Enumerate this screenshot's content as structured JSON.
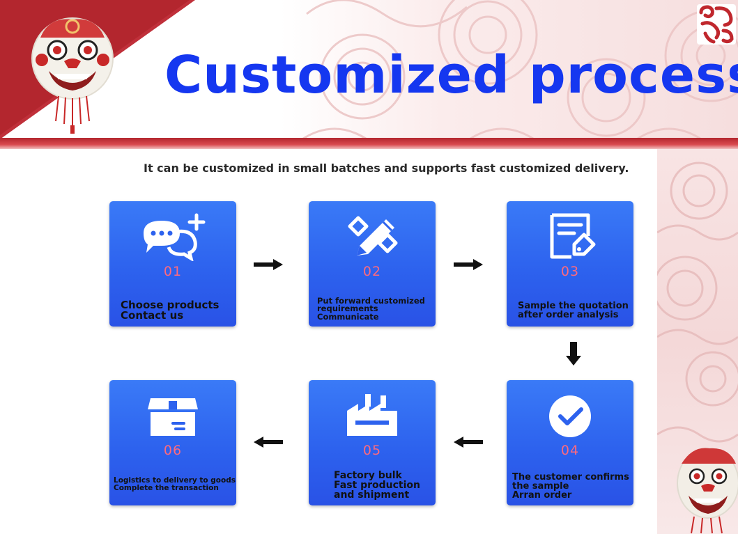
{
  "header": {
    "title": "Customized process",
    "title_color": "#1537f0",
    "accent_red": "#b3262e"
  },
  "subtitle": "It can be customized in small batches and supports fast customized delivery.",
  "steps": [
    {
      "number": "01",
      "icon": "chat-bubbles-plus-icon",
      "lines": [
        "Choose products",
        "Contact us"
      ]
    },
    {
      "number": "02",
      "icon": "pencil-ruler-icon",
      "lines": [
        "Put forward customized",
        "requirements",
        "Communicate"
      ]
    },
    {
      "number": "03",
      "icon": "document-tag-icon",
      "lines": [
        "Sample the quotation",
        "after order analysis"
      ]
    },
    {
      "number": "04",
      "icon": "check-circle-icon",
      "lines": [
        "The customer confirms",
        "the sample",
        "Arran order"
      ]
    },
    {
      "number": "05",
      "icon": "factory-icon",
      "lines": [
        "Factory bulk",
        "Fast production",
        "and shipment"
      ]
    },
    {
      "number": "06",
      "icon": "box-icon",
      "lines": [
        "Logistics to delivery to goods",
        "Complete the transaction"
      ]
    }
  ],
  "colors": {
    "card_blue": "#2d62ee",
    "number_pink": "#ff6a7e",
    "arrow_black": "#111111"
  }
}
